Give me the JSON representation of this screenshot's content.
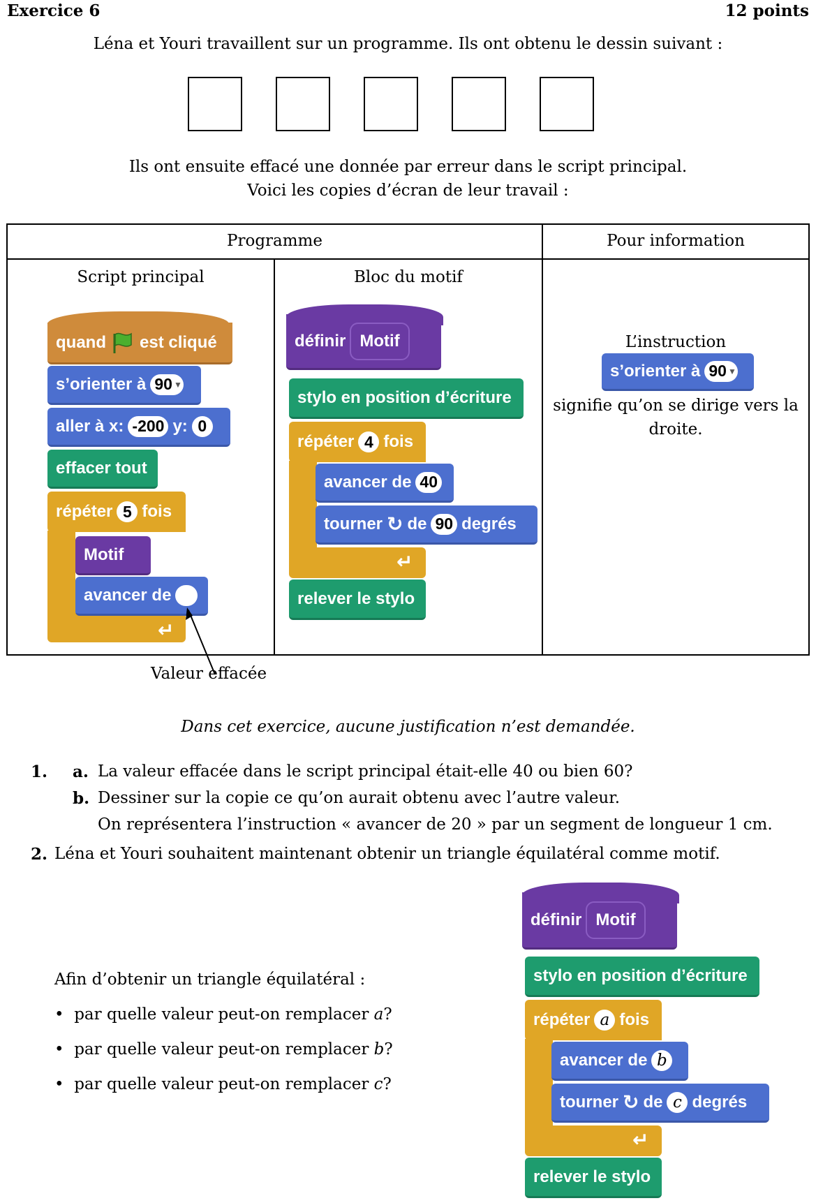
{
  "header": {
    "title": "Exercice 6",
    "points": "12 points"
  },
  "intro": "Léna et Youri travaillent sur un programme. Ils ont obtenu le dessin suivant :",
  "intro2": "Ils ont ensuite effacé une donnée par erreur dans le script principal.",
  "intro3": "Voici les copies d’écran de leur travail :",
  "table": {
    "col_programme": "Programme",
    "col_info": "Pour information",
    "sub_script": "Script principal",
    "sub_motif": "Bloc du motif"
  },
  "script": {
    "quand": "quand",
    "est_clique": "est cliqué",
    "orienter": "s’orienter à",
    "orienter_val": "90",
    "aller": "aller à x:",
    "aller_x": "-200",
    "aller_y_label": "y:",
    "aller_y": "0",
    "effacer": "effacer tout",
    "repeter": "répéter",
    "repeter_n": "5",
    "fois": "fois",
    "motif": "Motif",
    "avancer": "avancer de"
  },
  "motif_block": {
    "definir": "définir",
    "motif": "Motif",
    "stylo": "stylo en position d’écriture",
    "repeter": "répéter",
    "repeter_n": "4",
    "fois": "fois",
    "avancer": "avancer de",
    "avancer_val": "40",
    "tourner": "tourner",
    "de": "de",
    "tourner_val": "90",
    "degres": "degrés",
    "relever": "relever le stylo"
  },
  "info": {
    "line1": "L’instruction",
    "block": "s’orienter à",
    "block_val": "90",
    "line2": "signifie qu’on se dirige vers la",
    "line3": "droite."
  },
  "valeur_effacee": "Valeur effacée",
  "note": "Dans cet exercice, aucune justification n’est demandée.",
  "questions": {
    "q1_num": "1.",
    "q1a_label": "a.",
    "q1a": "La valeur effacée dans le script principal était-elle 40 ou bien 60?",
    "q1b_label": "b.",
    "q1b": "Dessiner sur la copie ce qu’on aurait obtenu avec l’autre valeur.",
    "q1b2": "On représentera l’instruction « avancer de 20 » par un segment de longueur 1 cm.",
    "q2_num": "2.",
    "q2": "Léna et Youri souhaitent maintenant obtenir un triangle équilatéral comme motif."
  },
  "triangle": {
    "intro": "Afin d’obtenir un triangle équilatéral :",
    "bullets": [
      "par quelle valeur peut-on remplacer ",
      "par quelle valeur peut-on remplacer ",
      "par quelle valeur peut-on remplacer "
    ],
    "vars": [
      "a",
      "b",
      "c"
    ]
  },
  "motif2": {
    "definir": "définir",
    "motif": "Motif",
    "stylo": "stylo en position d’écriture",
    "repeter": "répéter",
    "a": "a",
    "fois": "fois",
    "avancer": "avancer de",
    "b": "b",
    "tourner": "tourner",
    "de": "de",
    "c": "c",
    "degres": "degrés",
    "relever": "relever le stylo"
  },
  "colors": {
    "blue": "#4c6fcf",
    "green": "#1e9c6e",
    "orange": "#cf8b3b",
    "yellow": "#e0a626",
    "purple": "#6a3aa3"
  }
}
